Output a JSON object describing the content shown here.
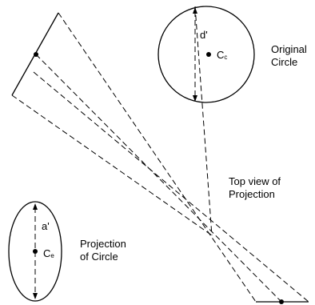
{
  "labels": {
    "original_circle": [
      "Original",
      "Circle"
    ],
    "top_view": [
      "Top view of",
      "Projection"
    ],
    "projection_circle": [
      "Projection",
      "of Circle"
    ],
    "d_prime": "d'",
    "a_prime": "a'",
    "c_main": "C",
    "cc_sub": "c",
    "ce_sub": "e"
  }
}
